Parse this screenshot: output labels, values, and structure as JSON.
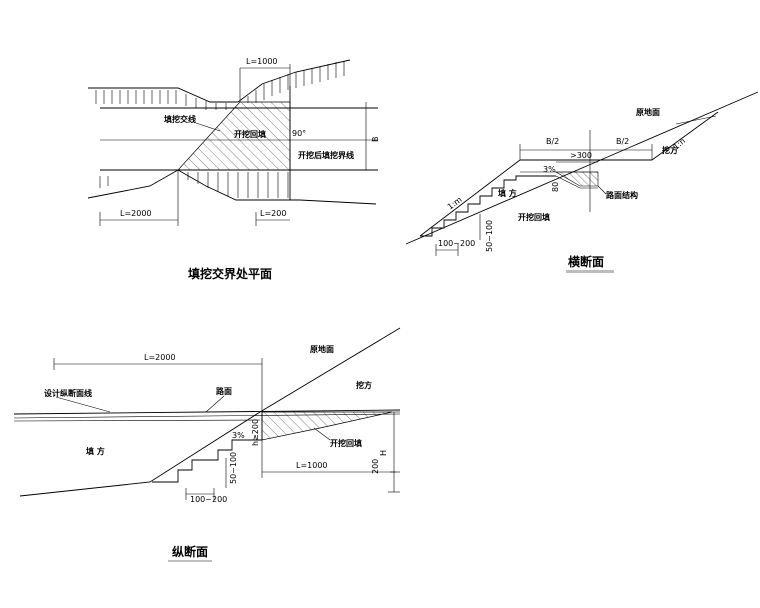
{
  "plan": {
    "title": "填挖交界处平面",
    "dim_top": "L=1000",
    "dim_left": "L=2000",
    "dim_bottom_right": "L=200",
    "label_boundary": "填挖交线",
    "label_backfill": "开挖回填",
    "label_angle": "90°",
    "label_after": "开挖后填挖界线",
    "label_width": "B"
  },
  "cross": {
    "title": "横断面",
    "label_ground": "原地面",
    "dim_half_left": "B/2",
    "dim_half_right": "B/2",
    "dim_300": ">300",
    "label_fill": "填 方",
    "label_cut": "挖方",
    "slope_left": "1:m",
    "slope_right": "1:n",
    "grade": "3%",
    "dim_80": "80",
    "label_pavement": "路面结构",
    "label_backfill": "开挖回填",
    "dim_step_w": "100~200",
    "dim_step_h": "50~100"
  },
  "long": {
    "title": "纵断面",
    "dim_top": "L=2000",
    "label_ground": "原地面",
    "label_design": "设计纵断面线",
    "label_road": "路面",
    "label_cut": "挖方",
    "label_fill": "填 方",
    "grade": "3%",
    "dim_h": "h≥200",
    "label_backfill": "开挖回填",
    "dim_H": "H",
    "dim_l1000": "L=1000",
    "dim_200": "200",
    "dim_step_h": "50~100",
    "dim_step_w": "100~200"
  }
}
